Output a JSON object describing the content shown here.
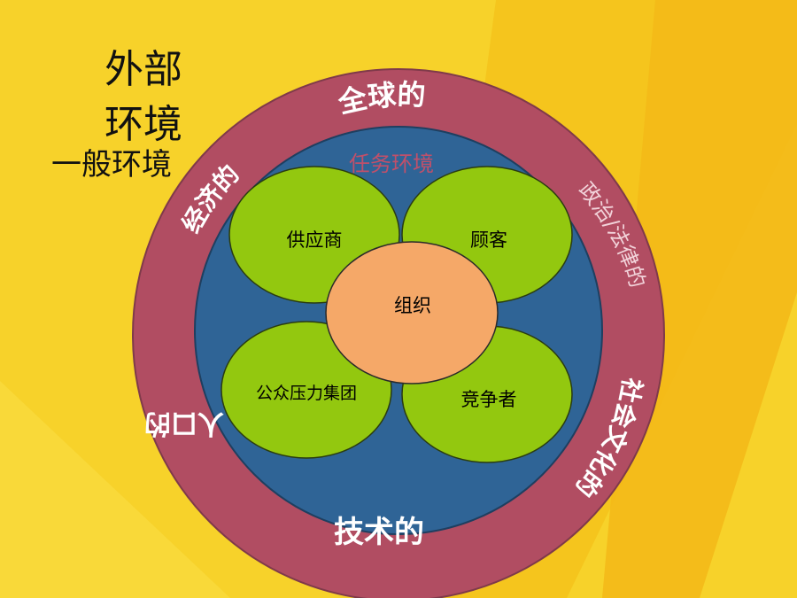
{
  "title": {
    "line1": "外部",
    "line2": "环境"
  },
  "general_env_label": "一般环境",
  "task_env_label": "任务环境",
  "ring_labels": {
    "global": "全球的",
    "economic": "经济的",
    "political_legal": "政治/法律的",
    "social_cultural": "社会文化的",
    "demographic": "人口的",
    "technological": "技术的"
  },
  "petals": {
    "suppliers": "供应商",
    "customers": "顾客",
    "pressure_groups": "公众压力集团",
    "competitors": "竞争者"
  },
  "center": "组织",
  "colors": {
    "background_yellow": "#F7D22A",
    "outer_ring": "#B14D62",
    "inner_blue": "#2F6496",
    "petal_green": "#93C80F",
    "center_orange": "#F5A868",
    "task_label": "#C0506A"
  }
}
